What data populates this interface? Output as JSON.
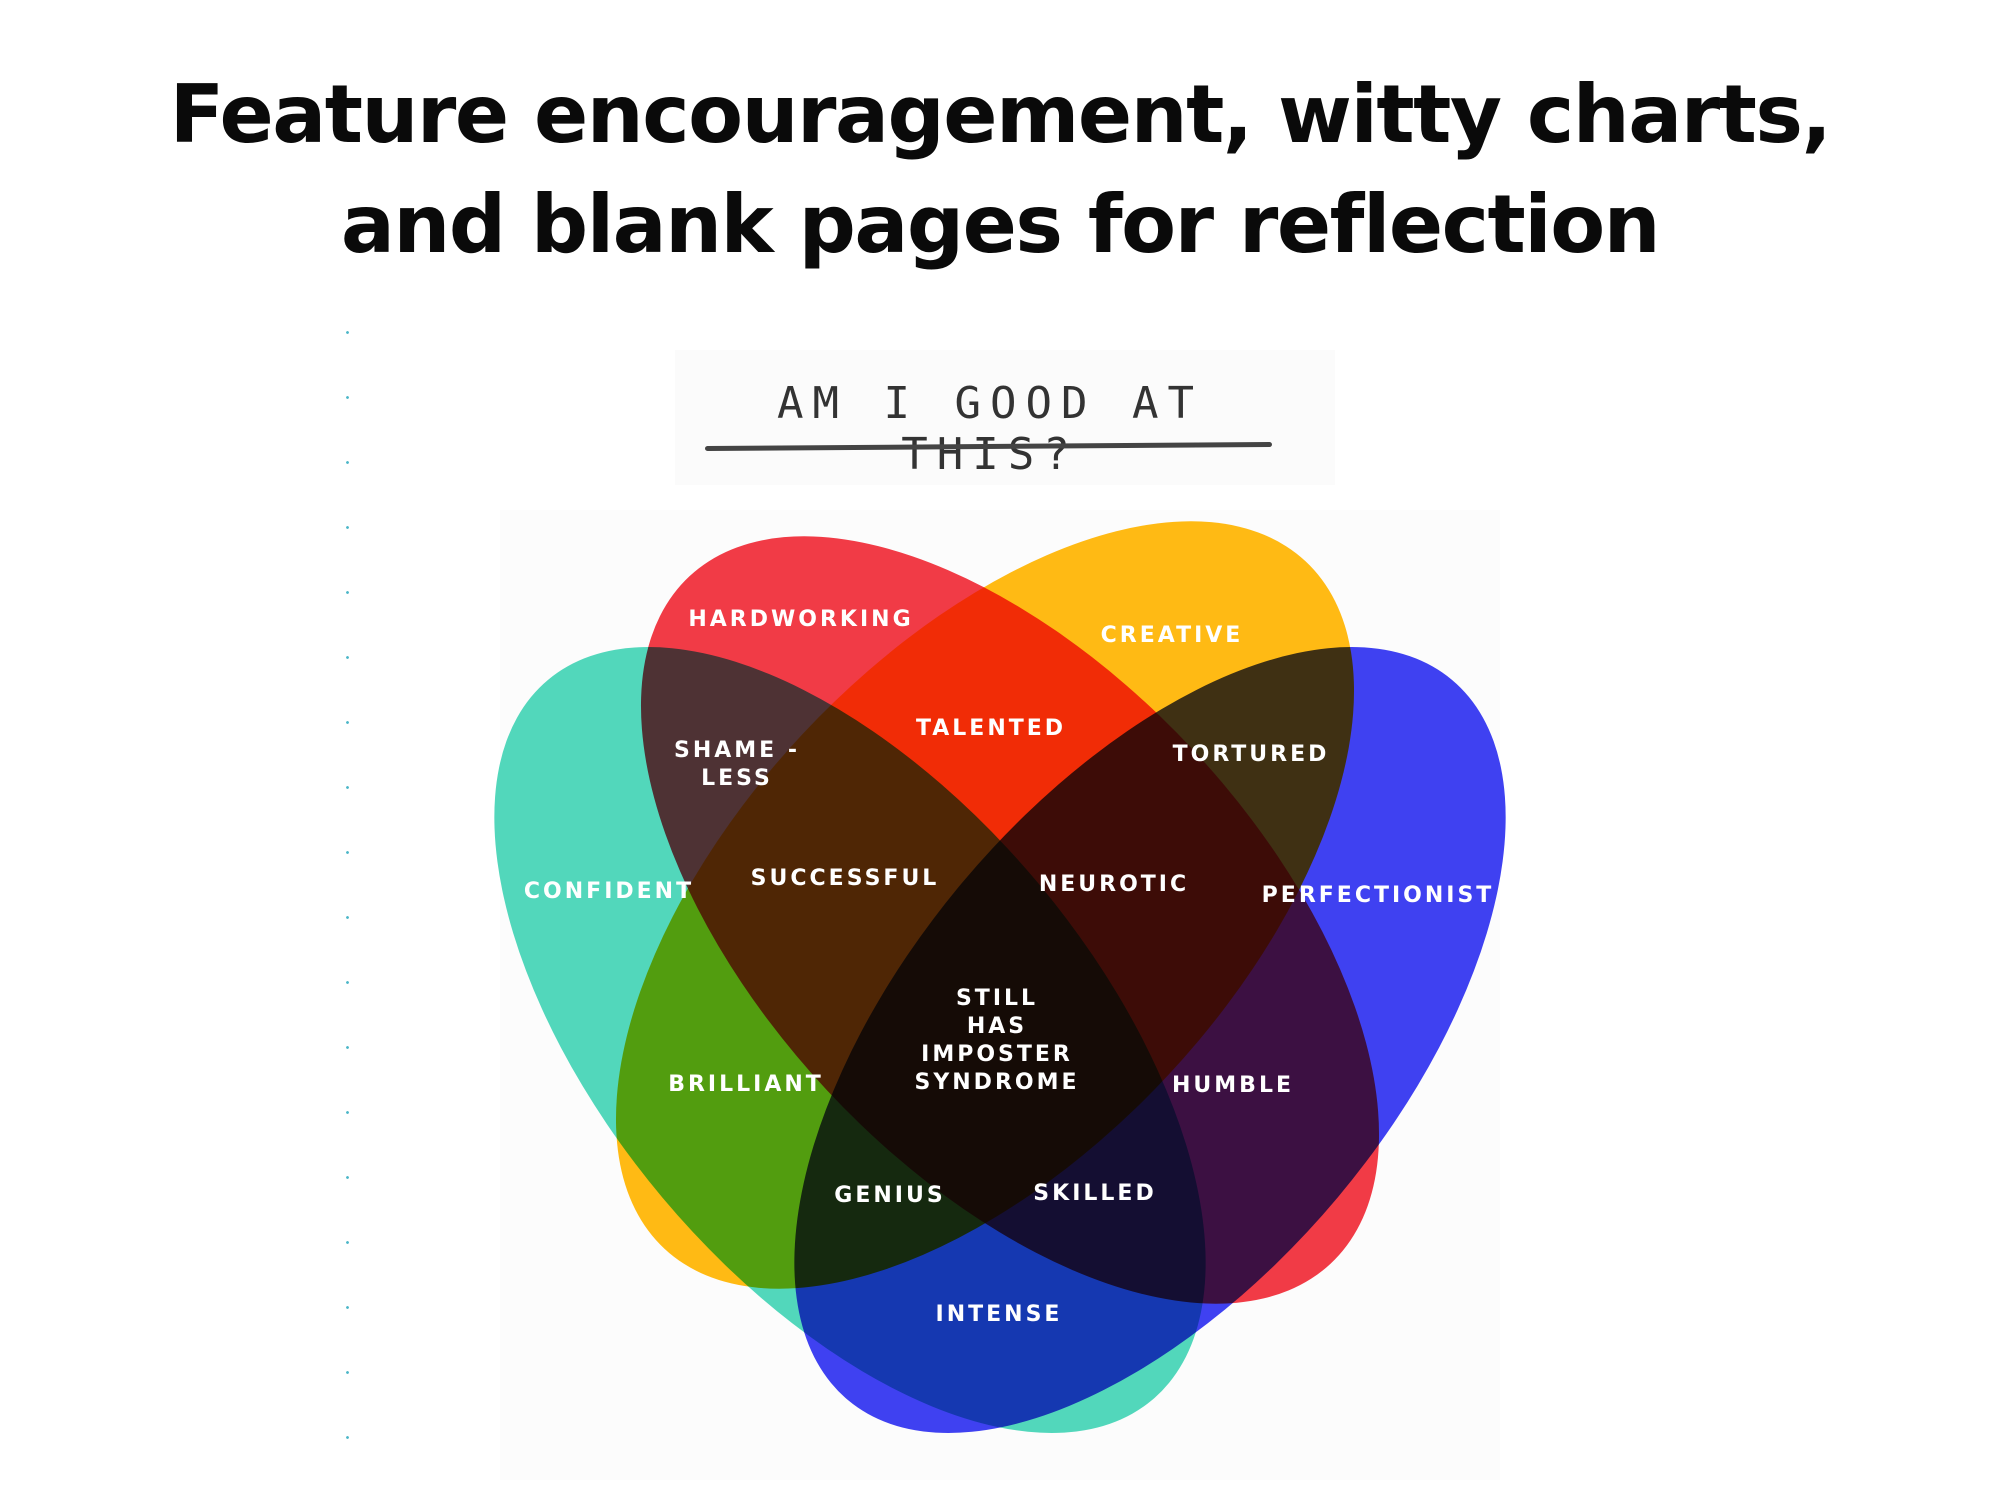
{
  "headline": {
    "line1": "Feature encouragement, witty charts,",
    "line2": "and blank pages for reflection"
  },
  "diagram": {
    "title": "AM I GOOD AT THIS?",
    "colors": {
      "teal": "#3fd3b4",
      "red": "#f02a36",
      "yellow": "#ffb400",
      "blue": "#2a2cf0"
    },
    "labels": {
      "hardworking": "HARDWORKING",
      "creative": "CREATIVE",
      "talented": "TALENTED",
      "shameless_1": "SHAME -",
      "shameless_2": "LESS",
      "tortured": "TORTURED",
      "confident": "CONFIDENT",
      "successful": "SUCCESSFUL",
      "neurotic": "NEUROTIC",
      "perfectionist": "PERFECTIONIST",
      "center_1": "STILL",
      "center_2": "HAS",
      "center_3": "IMPOSTER",
      "center_4": "SYNDROME",
      "brilliant": "BRILLIANT",
      "humble": "HUMBLE",
      "genius": "GENIUS",
      "skilled": "SKILLED",
      "intense": "INTENSE"
    }
  }
}
